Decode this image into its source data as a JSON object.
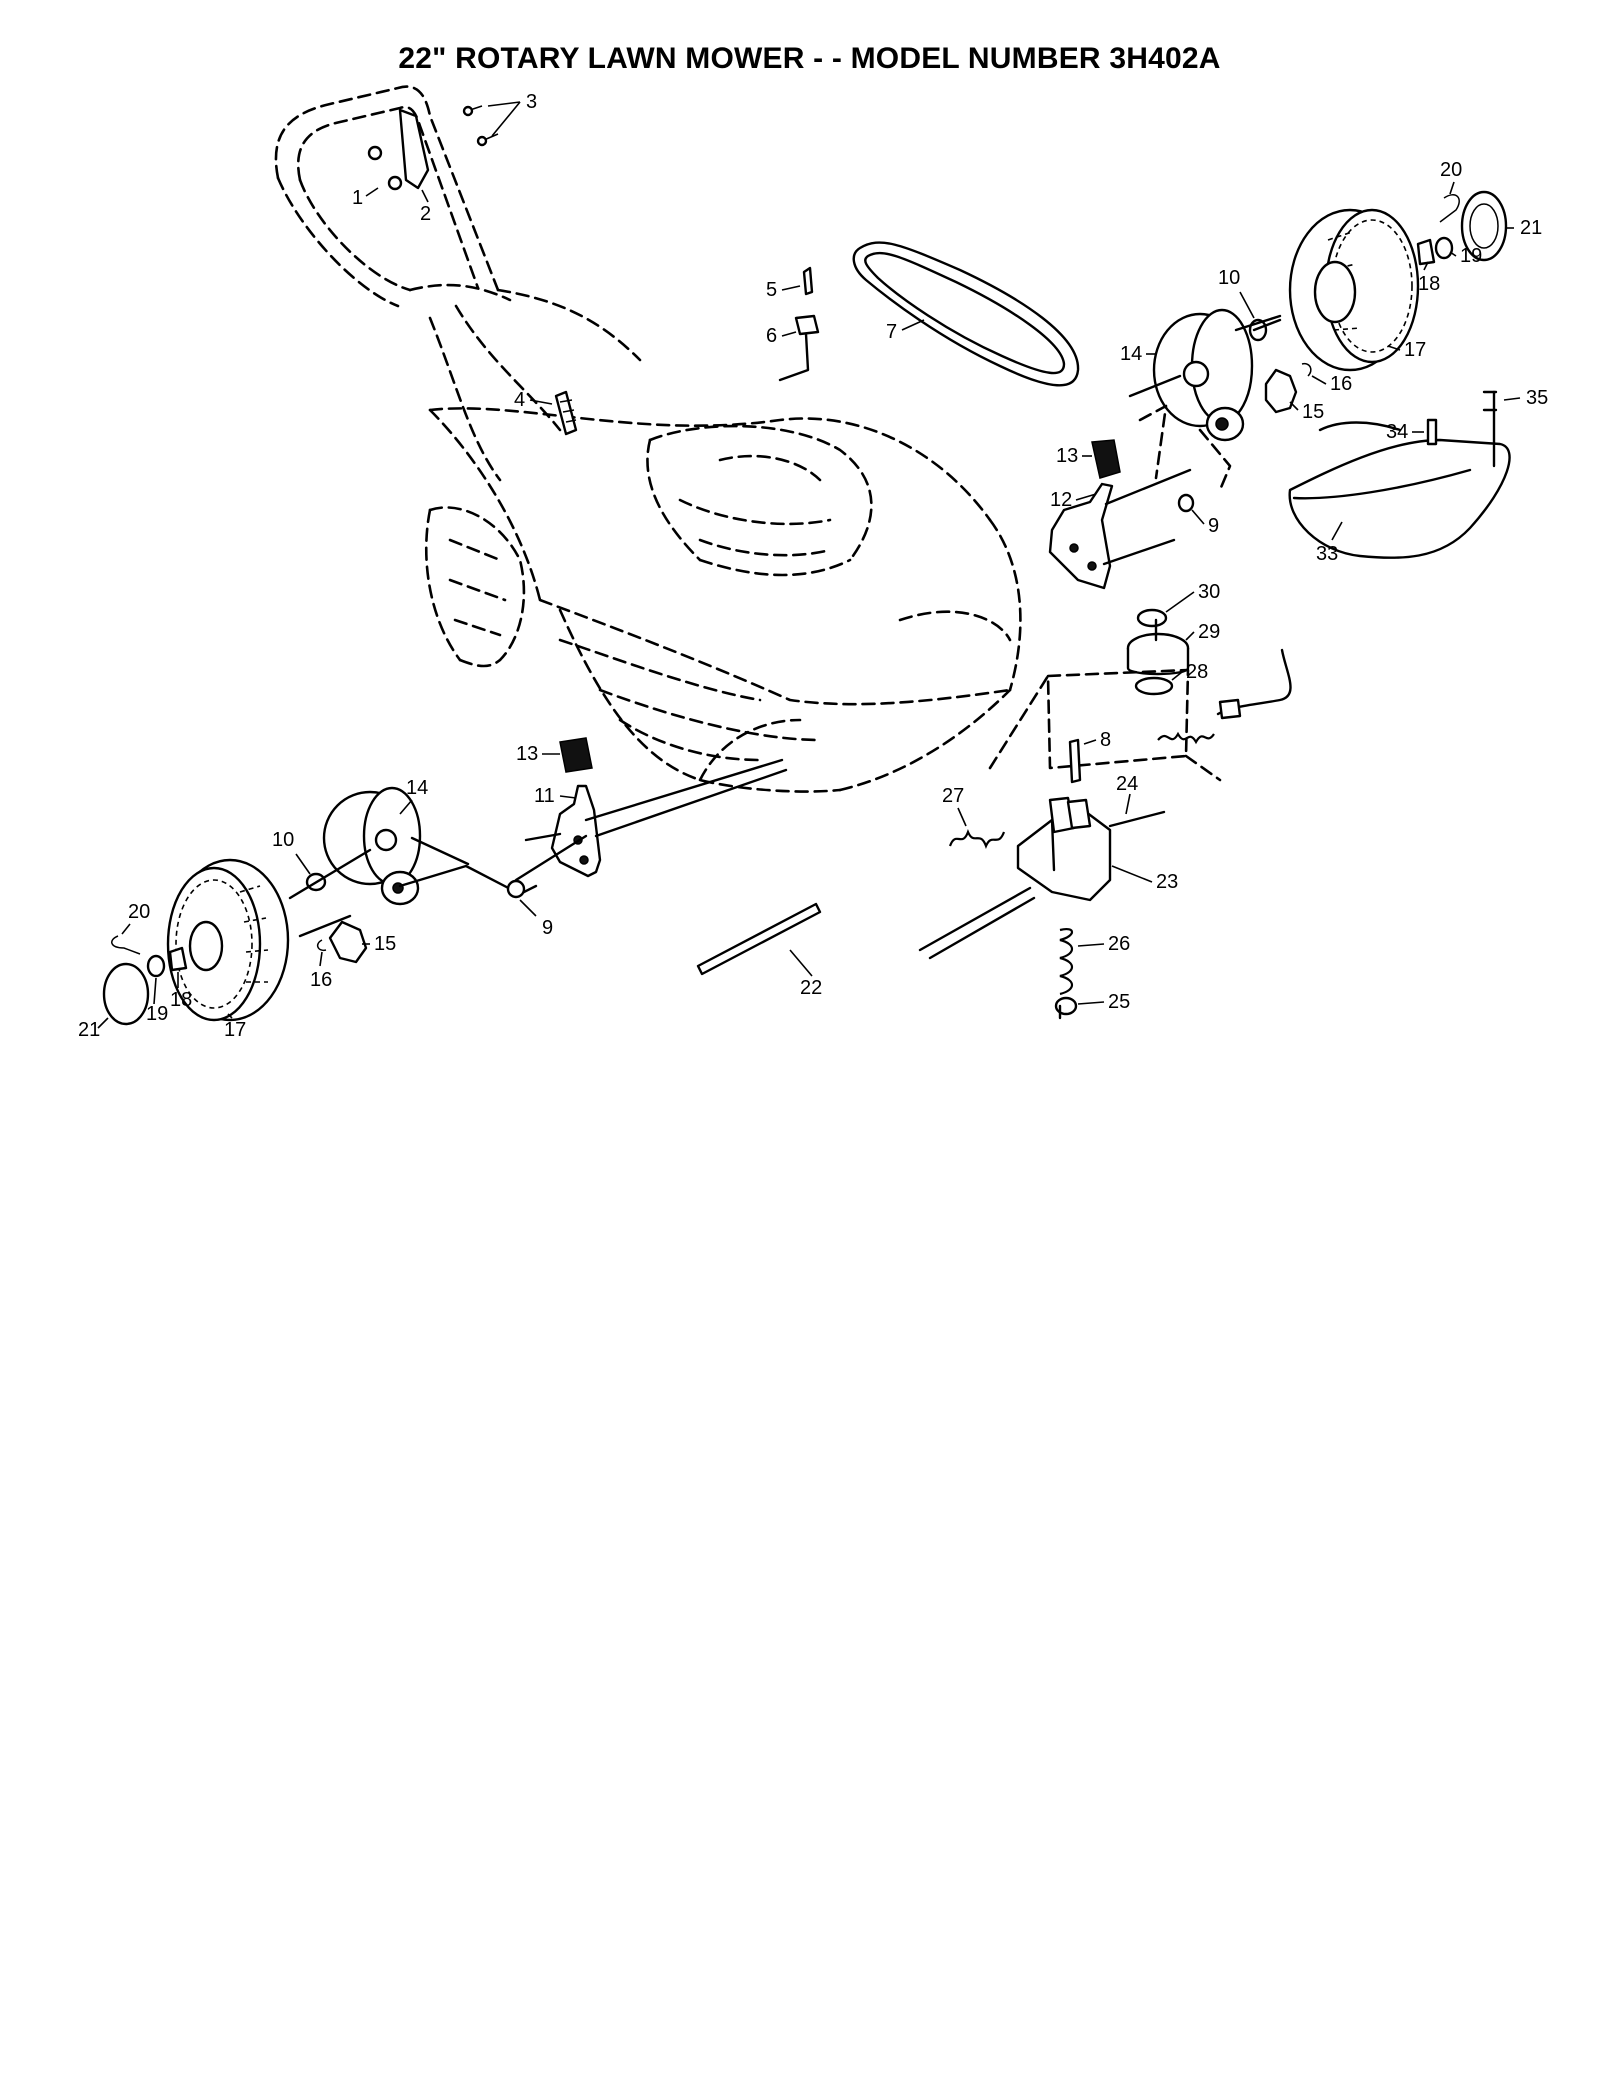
{
  "title": "22\" ROTARY LAWN MOWER - - MODEL NUMBER 3H402A",
  "parts": [
    {
      "ref": "1",
      "label": "1"
    },
    {
      "ref": "2",
      "label": "2"
    },
    {
      "ref": "3",
      "label": "3"
    },
    {
      "ref": "4",
      "label": "4"
    },
    {
      "ref": "5",
      "label": "5"
    },
    {
      "ref": "6",
      "label": "6"
    },
    {
      "ref": "7",
      "label": "7"
    },
    {
      "ref": "8",
      "label": "8"
    },
    {
      "ref": "9",
      "label": "9"
    },
    {
      "ref": "9b",
      "label": "9"
    },
    {
      "ref": "10",
      "label": "10"
    },
    {
      "ref": "10b",
      "label": "10"
    },
    {
      "ref": "11",
      "label": "11"
    },
    {
      "ref": "12",
      "label": "12"
    },
    {
      "ref": "13",
      "label": "13"
    },
    {
      "ref": "13b",
      "label": "13"
    },
    {
      "ref": "14",
      "label": "14"
    },
    {
      "ref": "14b",
      "label": "14"
    },
    {
      "ref": "15",
      "label": "15"
    },
    {
      "ref": "15b",
      "label": "15"
    },
    {
      "ref": "16",
      "label": "16"
    },
    {
      "ref": "16b",
      "label": "16"
    },
    {
      "ref": "17",
      "label": "17"
    },
    {
      "ref": "17b",
      "label": "17"
    },
    {
      "ref": "18",
      "label": "18"
    },
    {
      "ref": "18b",
      "label": "18"
    },
    {
      "ref": "19",
      "label": "19"
    },
    {
      "ref": "19b",
      "label": "19"
    },
    {
      "ref": "20",
      "label": "20"
    },
    {
      "ref": "20b",
      "label": "20"
    },
    {
      "ref": "21",
      "label": "21"
    },
    {
      "ref": "21b",
      "label": "21"
    },
    {
      "ref": "22",
      "label": "22"
    },
    {
      "ref": "23",
      "label": "23"
    },
    {
      "ref": "24",
      "label": "24"
    },
    {
      "ref": "25",
      "label": "25"
    },
    {
      "ref": "26",
      "label": "26"
    },
    {
      "ref": "27",
      "label": "27"
    },
    {
      "ref": "28",
      "label": "28"
    },
    {
      "ref": "29",
      "label": "29"
    },
    {
      "ref": "30",
      "label": "30"
    },
    {
      "ref": "33",
      "label": "33"
    },
    {
      "ref": "34",
      "label": "34"
    },
    {
      "ref": "35",
      "label": "35"
    }
  ]
}
